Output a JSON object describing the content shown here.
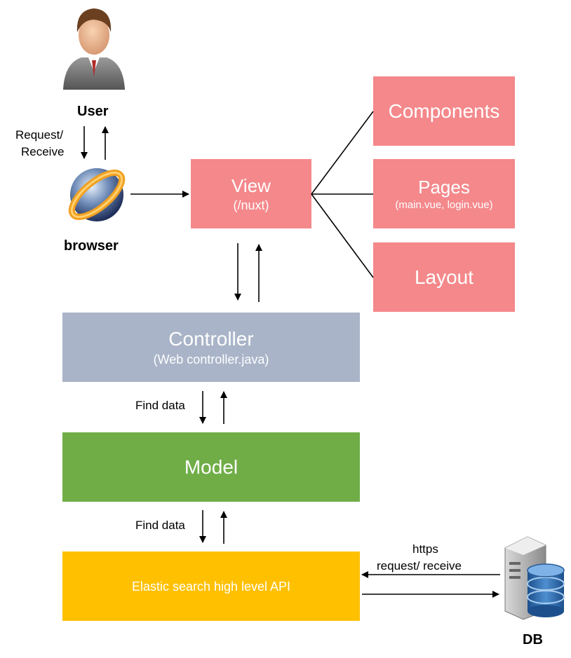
{
  "user": {
    "label": "User"
  },
  "browser": {
    "label": "browser"
  },
  "request_receive": {
    "line1": "Request/",
    "line2": "Receive"
  },
  "view": {
    "title": "View",
    "subtitle": "(/nuxt)"
  },
  "components": {
    "title": "Components"
  },
  "pages": {
    "title": "Pages",
    "subtitle": "(main.vue, login.vue)"
  },
  "layout": {
    "title": "Layout"
  },
  "controller": {
    "title": "Controller",
    "subtitle": "(Web controller.java)"
  },
  "find_data_1": "Find data",
  "model": {
    "title": "Model"
  },
  "find_data_2": "Find data",
  "elastic": {
    "title": "Elastic search high level API"
  },
  "https_label": {
    "line1": "https",
    "line2": "request/ receive"
  },
  "db": {
    "label": "DB"
  },
  "colors": {
    "view_components_pages_layout": "#f4888b",
    "controller": "#a9b4c8",
    "model": "#70ad47",
    "elastic": "#ffc000"
  }
}
